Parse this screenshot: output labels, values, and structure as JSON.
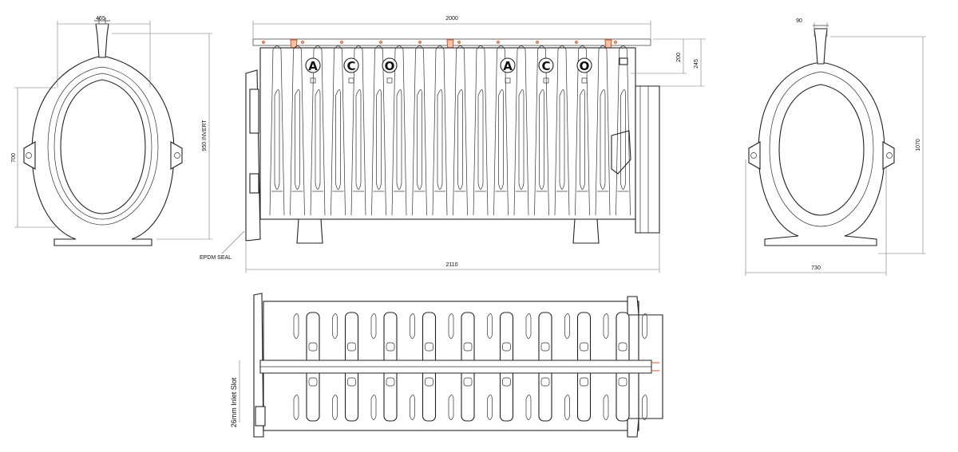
{
  "dimensions": {
    "end_width_top": "465",
    "end_height": "700",
    "invert": "950 INVERT",
    "top_length": "2000",
    "top_drop_a": "200",
    "top_drop_b": "245",
    "overall_length": "2110",
    "side_width_top": "90",
    "side_height": "1070",
    "side_base": "730"
  },
  "labels": {
    "seal": "EPDM SEAL",
    "inlet_slot": "26mm Inlet Slot"
  },
  "logo_letters": [
    "A",
    "C",
    "O",
    "A",
    "C",
    "O"
  ],
  "colors": {
    "outline": "#222222",
    "dimension": "#777777",
    "accent": "#e0521c"
  }
}
